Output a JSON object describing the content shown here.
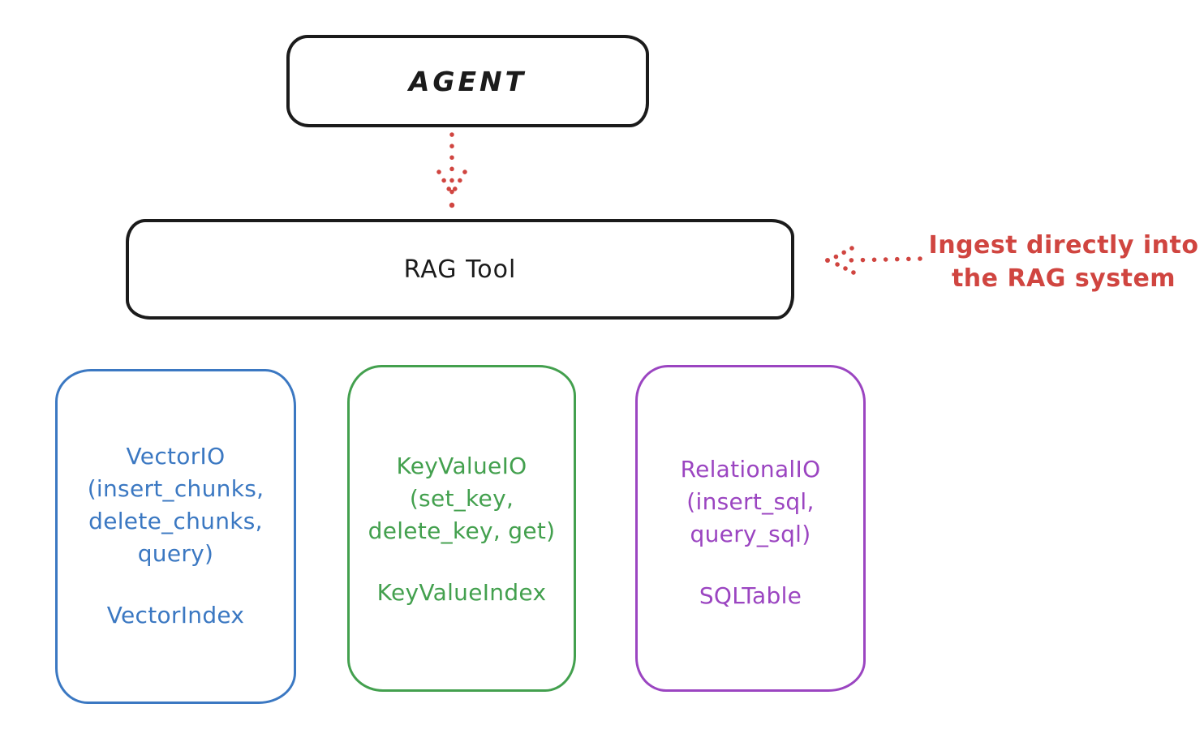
{
  "diagram": {
    "agent": {
      "label": "AGENT"
    },
    "rag_tool": {
      "label": "RAG Tool"
    },
    "annotation": {
      "line1": "Ingest directly into",
      "line2": "the RAG system"
    },
    "cards": [
      {
        "id": "vector-io",
        "title_lines": [
          "VectorIO",
          "(insert_chunks,",
          "delete_chunks,",
          "query)"
        ],
        "footer": "VectorIndex"
      },
      {
        "id": "keyvalue-io",
        "title_lines": [
          "KeyValueIO",
          "(set_key,",
          "delete_key, get)"
        ],
        "footer": "KeyValueIndex"
      },
      {
        "id": "relational-io",
        "title_lines": [
          "RelationalIO",
          "(insert_sql,",
          "query_sql)"
        ],
        "footer": "SQLTable"
      }
    ]
  },
  "colors": {
    "stroke": "#1b1b1b",
    "red": "#d04540",
    "blue": "#3b78c2",
    "green": "#43a04e",
    "purple": "#9b45c1",
    "bg": "#ffffff"
  }
}
